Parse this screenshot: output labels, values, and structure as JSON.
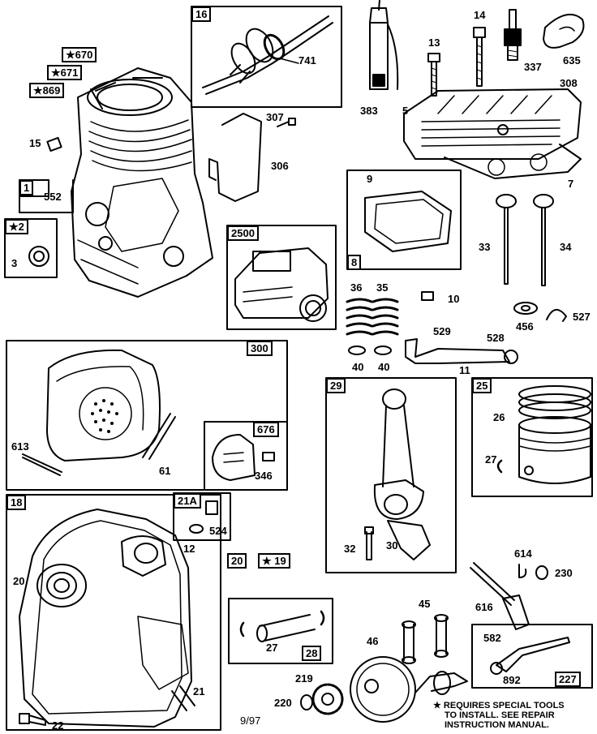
{
  "callouts": {
    "p16": "16",
    "p741": "741",
    "p383": "383",
    "p14": "14",
    "p13": "13",
    "p337": "337",
    "p635": "635",
    "p308": "308",
    "p5": "5",
    "p670": "★670",
    "p671": "★671",
    "p869": "★869",
    "p15": "15",
    "p307": "307",
    "p306": "306",
    "p7": "7",
    "p1": "1",
    "p552": "552",
    "p2": "★2",
    "p3": "3",
    "p9": "9",
    "p8": "8",
    "p2500": "2500",
    "p33": "33",
    "p34": "34",
    "p36": "36",
    "p35": "35",
    "p10": "10",
    "p40a": "40",
    "p40b": "40",
    "p456": "456",
    "p527": "527",
    "p529": "529",
    "p528": "528",
    "p11": "11",
    "p300": "300",
    "p613": "613",
    "p61": "61",
    "p676": "676",
    "p346": "346",
    "p29": "29",
    "p25": "25",
    "p26": "26",
    "p27a": "27",
    "p32": "32",
    "p30": "30",
    "p18": "18",
    "p21A": "21A",
    "p524": "524",
    "p12": "12",
    "p20box": "20",
    "p19": "★ 19",
    "p20": "20",
    "p21": "21",
    "p22": "22",
    "p614": "614",
    "p230": "230",
    "p616": "616",
    "p45": "45",
    "p46": "46",
    "p582": "582",
    "p892": "892",
    "p227": "227",
    "p27b": "27",
    "p28": "28",
    "p219": "219",
    "p220": "220"
  },
  "footer": {
    "date": "9/97",
    "note_line1": "★ REQUIRES SPECIAL TOOLS",
    "note_line2": "TO INSTALL.  SEE REPAIR",
    "note_line3": "INSTRUCTION MANUAL."
  }
}
